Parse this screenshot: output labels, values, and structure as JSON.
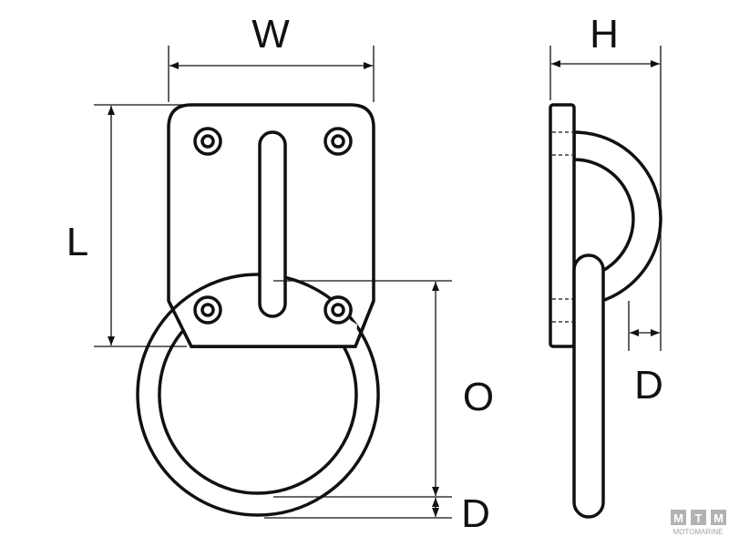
{
  "labels": {
    "width": "W",
    "length": "L",
    "height": "H",
    "ring_diameter": "O",
    "thickness_ring": "D",
    "thickness_side": "D"
  },
  "logo": {
    "letters": [
      "M",
      "T",
      "M"
    ],
    "brand": "MOTOMARINE"
  }
}
